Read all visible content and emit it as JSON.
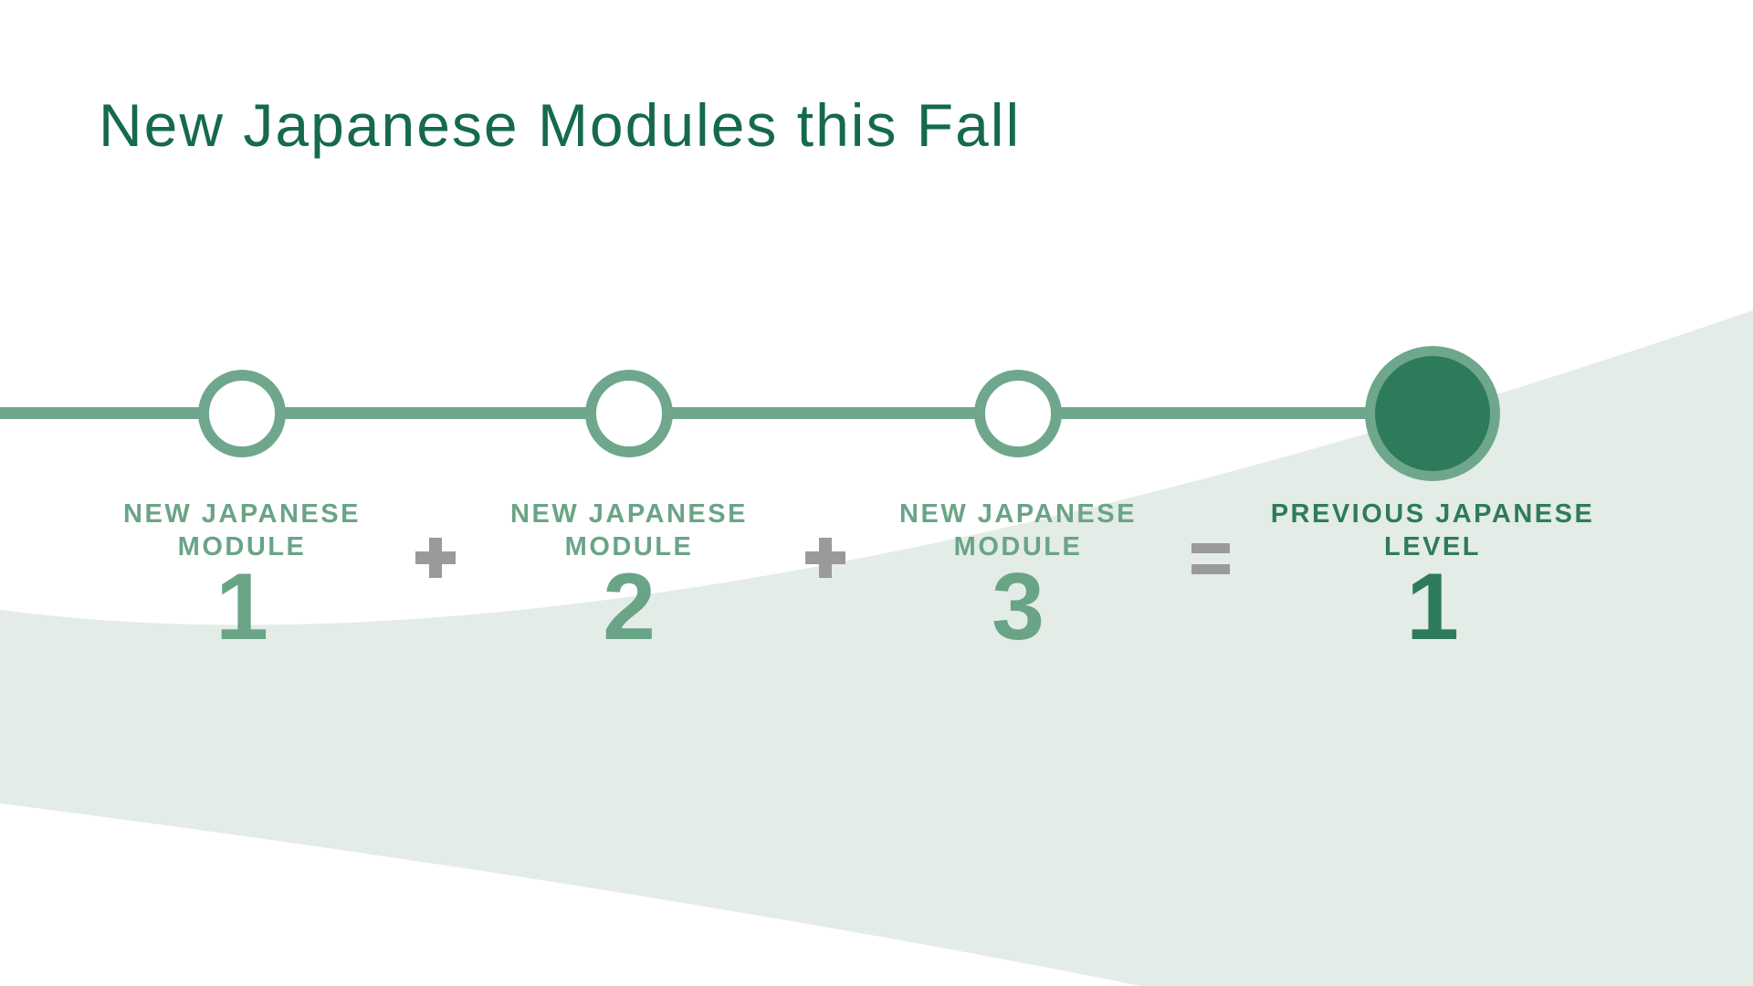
{
  "title": "New Japanese Modules this Fall",
  "timeline": {
    "nodes": [
      {
        "label_line1": "NEW JAPANESE",
        "label_line2": "MODULE",
        "value": "1",
        "style": "outlined"
      },
      {
        "label_line1": "NEW JAPANESE",
        "label_line2": "MODULE",
        "value": "2",
        "style": "outlined"
      },
      {
        "label_line1": "NEW JAPANESE",
        "label_line2": "MODULE",
        "value": "3",
        "style": "outlined"
      },
      {
        "label_line1": "PREVIOUS JAPANESE",
        "label_line2": "LEVEL",
        "value": "1",
        "style": "filled"
      }
    ],
    "operators": [
      {
        "symbol": "+"
      },
      {
        "symbol": "+"
      },
      {
        "symbol": "="
      }
    ]
  },
  "colors": {
    "background": "#FFFFFF",
    "title_green": "#156A4A",
    "sage": "#6FA78C",
    "sage_text": "#6AA487",
    "dark_green": "#2E7B5C",
    "swoosh": "#E4ECE7",
    "op_gray": "#9A9A9A"
  }
}
